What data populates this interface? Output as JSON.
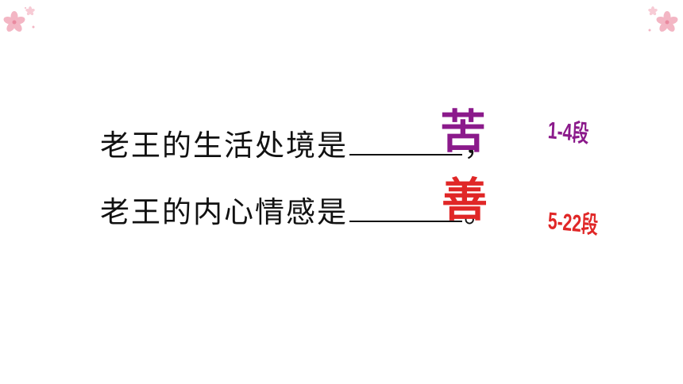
{
  "lines": [
    {
      "prefix": "老王的生活处境是",
      "suffix": "，",
      "answer": "苦",
      "answer_color": "#8b1a8b",
      "range": "1-4段"
    },
    {
      "prefix": "老王的内心情感是",
      "suffix": "。",
      "answer": "善",
      "answer_color": "#e02727",
      "range": "5-22段"
    }
  ],
  "decor": {
    "blossom_color": "#f3b6c4",
    "left_icon": "blossom-icon",
    "right_icon": "blossom-icon"
  }
}
